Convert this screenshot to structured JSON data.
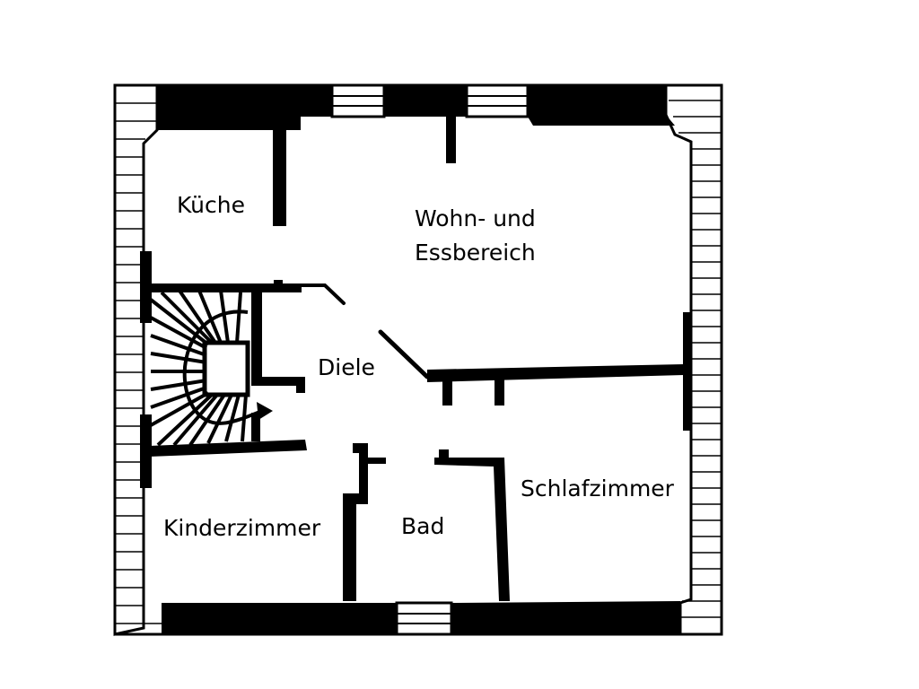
{
  "colors": {
    "wall": "#000000",
    "floor": "#ffffff",
    "stroke": "#000000"
  },
  "rooms": {
    "kueche": "Küche",
    "wohn_line1": "Wohn- und",
    "wohn_line2": "Essbereich",
    "diele": "Diele",
    "schlafzimmer": "Schlafzimmer",
    "kinderzimmer": "Kinderzimmer",
    "bad": "Bad"
  }
}
